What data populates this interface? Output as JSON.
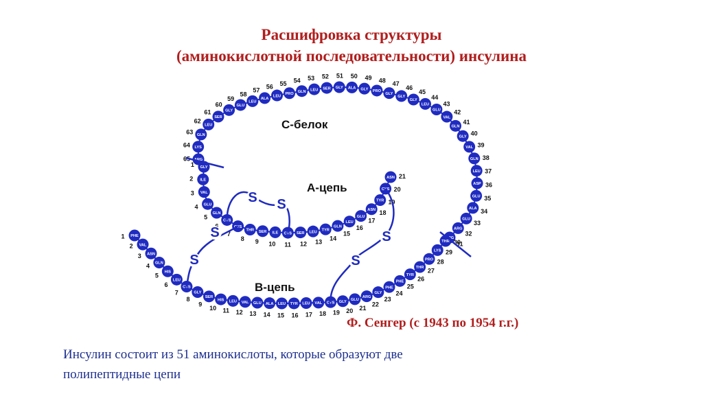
{
  "title": {
    "line1": "Расшифровка структуры",
    "line2": "(аминокислотной последовательности) инсулина"
  },
  "diagram": {
    "colors": {
      "bead": "#1f2bc0",
      "link": "#1f2bc0",
      "text": "#ffffff",
      "number": "#111111",
      "label": "#111111"
    },
    "labels": {
      "c_peptide": "С-белок",
      "a_chain": "А-цепь",
      "b_chain": "В-цепь"
    },
    "disulfide_letter": "S",
    "c_peptide": [
      {
        "n": "31",
        "aa": "ARG"
      },
      {
        "n": "32",
        "aa": "ARG"
      },
      {
        "n": "33",
        "aa": "GLU"
      },
      {
        "n": "34",
        "aa": "ALA"
      },
      {
        "n": "35",
        "aa": "GLU"
      },
      {
        "n": "36",
        "aa": "ASP"
      },
      {
        "n": "37",
        "aa": "LEU"
      },
      {
        "n": "38",
        "aa": "GLN"
      },
      {
        "n": "39",
        "aa": "VAL"
      },
      {
        "n": "40",
        "aa": "GLY"
      },
      {
        "n": "41",
        "aa": "GLN"
      },
      {
        "n": "42",
        "aa": "VAL"
      },
      {
        "n": "43",
        "aa": "GLU"
      },
      {
        "n": "44",
        "aa": "LEU"
      },
      {
        "n": "45",
        "aa": "GLY"
      },
      {
        "n": "46",
        "aa": "GLY"
      },
      {
        "n": "47",
        "aa": "GLY"
      },
      {
        "n": "48",
        "aa": "PRO"
      },
      {
        "n": "49",
        "aa": "GLY"
      },
      {
        "n": "50",
        "aa": "ALA"
      },
      {
        "n": "51",
        "aa": "GLY"
      },
      {
        "n": "52",
        "aa": "SER"
      },
      {
        "n": "53",
        "aa": "LEU"
      },
      {
        "n": "54",
        "aa": "GLN"
      },
      {
        "n": "55",
        "aa": "PRO"
      },
      {
        "n": "56",
        "aa": "LEU"
      },
      {
        "n": "57",
        "aa": "ALA"
      },
      {
        "n": "58",
        "aa": "LEU"
      },
      {
        "n": "59",
        "aa": "GLU"
      },
      {
        "n": "60",
        "aa": "GLY"
      },
      {
        "n": "61",
        "aa": "SER"
      },
      {
        "n": "62",
        "aa": "LEU"
      },
      {
        "n": "63",
        "aa": "GLN"
      },
      {
        "n": "64",
        "aa": "LYS"
      },
      {
        "n": "65",
        "aa": "ARG"
      }
    ],
    "a_chain": [
      {
        "n": "1",
        "aa": "GLY"
      },
      {
        "n": "2",
        "aa": "ILE"
      },
      {
        "n": "3",
        "aa": "VAL"
      },
      {
        "n": "4",
        "aa": "GLU"
      },
      {
        "n": "5",
        "aa": "GLN"
      },
      {
        "n": "6",
        "aa": "CYS"
      },
      {
        "n": "7",
        "aa": "CYS"
      },
      {
        "n": "8",
        "aa": "THR"
      },
      {
        "n": "9",
        "aa": "SER"
      },
      {
        "n": "10",
        "aa": "ILE"
      },
      {
        "n": "11",
        "aa": "CYS"
      },
      {
        "n": "12",
        "aa": "SER"
      },
      {
        "n": "13",
        "aa": "LEU"
      },
      {
        "n": "14",
        "aa": "TYR"
      },
      {
        "n": "15",
        "aa": "GLN"
      },
      {
        "n": "16",
        "aa": "LEU"
      },
      {
        "n": "17",
        "aa": "GLU"
      },
      {
        "n": "18",
        "aa": "ASN"
      },
      {
        "n": "19",
        "aa": "TYR"
      },
      {
        "n": "20",
        "aa": "CYS"
      },
      {
        "n": "21",
        "aa": "ASN"
      }
    ],
    "b_chain": [
      {
        "n": "1",
        "aa": "PHE"
      },
      {
        "n": "2",
        "aa": "VAL"
      },
      {
        "n": "3",
        "aa": "ASN"
      },
      {
        "n": "4",
        "aa": "GLN"
      },
      {
        "n": "5",
        "aa": "HIS"
      },
      {
        "n": "6",
        "aa": "LEU"
      },
      {
        "n": "7",
        "aa": "CYS"
      },
      {
        "n": "8",
        "aa": "GLY"
      },
      {
        "n": "9",
        "aa": "SER"
      },
      {
        "n": "10",
        "aa": "HIS"
      },
      {
        "n": "11",
        "aa": "LEU"
      },
      {
        "n": "12",
        "aa": "VAL"
      },
      {
        "n": "13",
        "aa": "GLU"
      },
      {
        "n": "14",
        "aa": "ALA"
      },
      {
        "n": "15",
        "aa": "LEU"
      },
      {
        "n": "16",
        "aa": "TYR"
      },
      {
        "n": "17",
        "aa": "LEU"
      },
      {
        "n": "18",
        "aa": "VAL"
      },
      {
        "n": "19",
        "aa": "CYS"
      },
      {
        "n": "20",
        "aa": "GLY"
      },
      {
        "n": "21",
        "aa": "GLU"
      },
      {
        "n": "22",
        "aa": "ARG"
      },
      {
        "n": "23",
        "aa": "GLY"
      },
      {
        "n": "24",
        "aa": "PHE"
      },
      {
        "n": "25",
        "aa": "PHE"
      },
      {
        "n": "26",
        "aa": "TYR"
      },
      {
        "n": "27",
        "aa": "THR"
      },
      {
        "n": "28",
        "aa": "PRO"
      },
      {
        "n": "29",
        "aa": "LYS"
      },
      {
        "n": "30",
        "aa": "THR"
      }
    ]
  },
  "credit": "Ф. Сенгер (с 1943 по 1954 г.г.)",
  "description": {
    "line1": "Инсулин состоит из 51 аминокислоты, которые образуют две",
    "line2": "полипептидные цепи"
  }
}
